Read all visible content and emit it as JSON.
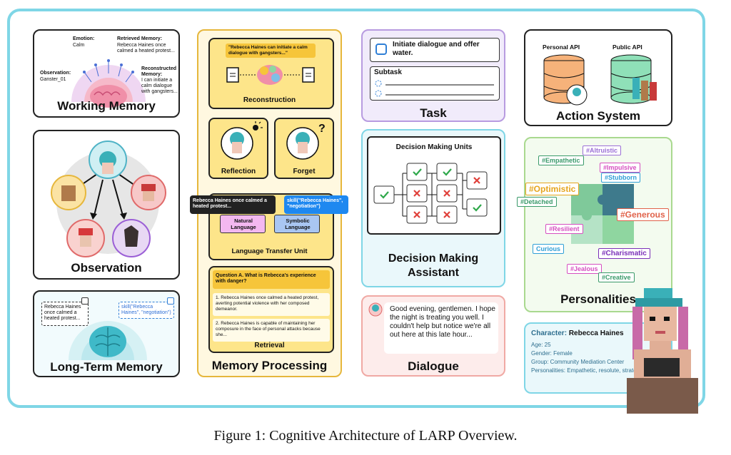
{
  "working_memory": {
    "title": "Working Memory",
    "emotion_label": "Emotion:",
    "emotion_value": "Calm",
    "retrieved_label": "Retrieved Memory:",
    "retrieved_text": "Rebecca Haines once calmed a heated protest...",
    "observation_label": "Observation:",
    "observation_value": "Ganster_01",
    "reconstructed_label": "Reconstructed Memory:",
    "reconstructed_text": "I can initiate a calm dialogue with gangsters..."
  },
  "observation": {
    "title": "Observation"
  },
  "long_term_memory": {
    "title": "Long-Term Memory",
    "episodic": "Rebecca Haines once calmed a heated protest...",
    "skill": "skill(\"Rebecca Haines\", \"negotiation\")"
  },
  "memory_processing": {
    "title": "Memory Processing",
    "quote": "\"Rebecca Haines can initiate a calm dialogue with gangsters...\"",
    "reconstruction": "Reconstruction",
    "reflection": "Reflection",
    "forget": "Forget",
    "natural_quote": "Rebecca Haines once calmed a heated protest...",
    "symbolic_quote": "skill(\"Rebecca Haines\", \"negotiation\")",
    "natural_language": "Natural Language",
    "symbolic_language": "Symbolic Language",
    "ltu": "Language Transfer Unit",
    "question": "Question A. What is Rebecca's experience with danger?",
    "answer1": "1. Rebecca Haines once calmed a heated protest, averting potential violence with her composed demeanor.",
    "answer2": "2. Rebecca Haines is capable of maintaining her composure in the face of personal attacks because she...",
    "retrieval": "Retrieval"
  },
  "task": {
    "title": "Task",
    "item": "Initiate dialogue and offer water.",
    "subtask": "Subtask"
  },
  "decision": {
    "title_line1": "Decision Making",
    "title_line2": "Assistant",
    "units": "Decision Making Units"
  },
  "dialogue": {
    "title": "Dialogue",
    "text": "Good evening, gentlemen. I hope the night is treating you well. I couldn't help but notice we're all out here at this late hour..."
  },
  "action": {
    "title": "Action System",
    "personal_api": "Personal API",
    "public_api": "Public API"
  },
  "personalities": {
    "title": "Personalities",
    "tags": [
      {
        "text": "#Altruistic",
        "color": "#9b6fd6"
      },
      {
        "text": "#Empathetic",
        "color": "#3a9a6a"
      },
      {
        "text": "#Impulsive",
        "color": "#d64fc0"
      },
      {
        "text": "#Stubborn",
        "color": "#2f9fd6"
      },
      {
        "text": "#Optimistic",
        "color": "#e6a51f"
      },
      {
        "text": "#Detached",
        "color": "#3a9a6a"
      },
      {
        "text": "#Generous",
        "color": "#e0624a"
      },
      {
        "text": "#Resilient",
        "color": "#d64fc0"
      },
      {
        "text": "Curious",
        "color": "#2f9fd6"
      },
      {
        "text": "#Charismatic",
        "color": "#7a2fb8"
      },
      {
        "text": "#Jealous",
        "color": "#d64fc0"
      },
      {
        "text": "#Creative",
        "color": "#3a9a6a"
      }
    ]
  },
  "character": {
    "label": "Character:",
    "name": "Rebecca Haines",
    "age": "Age: 25",
    "gender": "Gender: Female",
    "group": "Group: Community Mediation Center",
    "personalities": "Personalities: Empathetic, resolute, strategic, and calm"
  },
  "caption": "Figure 1: Cognitive Architecture of LARP Overview."
}
